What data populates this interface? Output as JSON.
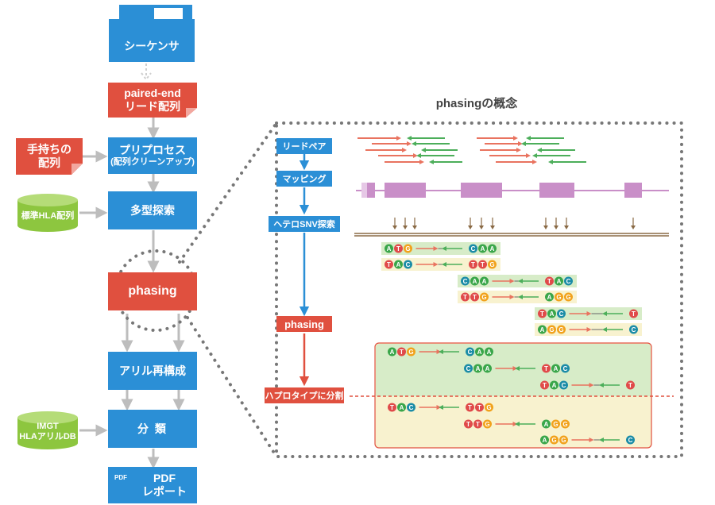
{
  "pipeline": {
    "sequencer": "シーケンサ",
    "reads_line1": "paired-end",
    "reads_line2": "リード配列",
    "own_seq_line1": "手持ちの",
    "own_seq_line2": "配列",
    "preprocess_line1": "プリプロセス",
    "preprocess_line2": "(配列クリーンアップ)",
    "std_hla": "標準HLA配列",
    "polymorphism": "多型探索",
    "phasing": "phasing",
    "allele_reconstruct": "アリル再構成",
    "imgt_line1": "IMGT",
    "imgt_line2": "HLAアリルDB",
    "classify": "分 類",
    "pdf_icon": "PDF",
    "report_line1": "PDF",
    "report_line2": "レポート"
  },
  "concept": {
    "title": "phasingの概念",
    "steps": {
      "read_pair": "リードペア",
      "mapping": "マッピング",
      "hetero_snv": "ヘテロSNV探索",
      "phasing": "phasing",
      "haplotype_split": "ハプロタイプに分割"
    },
    "fragments": [
      {
        "left": [
          "A",
          "T",
          "G"
        ],
        "right": [
          "C",
          "A",
          "A"
        ],
        "bg": "green"
      },
      {
        "left": [
          "T",
          "A",
          "C"
        ],
        "right": [
          "T",
          "T",
          "G"
        ],
        "bg": "yellow"
      },
      {
        "left": [
          "C",
          "A",
          "A"
        ],
        "right": [
          "T",
          "A",
          "C"
        ],
        "bg": "green"
      },
      {
        "left": [
          "T",
          "T",
          "G"
        ],
        "right": [
          "A",
          "G",
          "G"
        ],
        "bg": "yellow"
      },
      {
        "left": [
          "T",
          "A",
          "C"
        ],
        "right": [
          "T"
        ],
        "bg": "green"
      },
      {
        "left": [
          "A",
          "G",
          "G"
        ],
        "right": [
          "C"
        ],
        "bg": "yellow"
      }
    ],
    "haplotype1": [
      {
        "left": [
          "A",
          "T",
          "G"
        ],
        "right": [
          "C",
          "A",
          "A"
        ]
      },
      {
        "left": [
          "C",
          "A",
          "A"
        ],
        "right": [
          "T",
          "A",
          "C"
        ]
      },
      {
        "left": [
          "T",
          "A",
          "C"
        ],
        "right": [
          "T"
        ]
      }
    ],
    "haplotype2": [
      {
        "left": [
          "T",
          "A",
          "C"
        ],
        "right": [
          "T",
          "T",
          "G"
        ]
      },
      {
        "left": [
          "T",
          "T",
          "G"
        ],
        "right": [
          "A",
          "G",
          "G"
        ]
      },
      {
        "left": [
          "A",
          "G",
          "G"
        ],
        "right": [
          "C"
        ]
      }
    ]
  },
  "colors": {
    "blue": "#2b8fd6",
    "red": "#e0503f",
    "green_db": "#8dc63f",
    "exon": "#c98fc8",
    "snv_line": "#8a6a45",
    "base_A": "#3aa64a",
    "base_T": "#e04a4a",
    "base_G": "#f1a21c",
    "base_C": "#1b8ca7",
    "panel_green": "#d7ecc8",
    "panel_yellow": "#f8f2cf"
  }
}
